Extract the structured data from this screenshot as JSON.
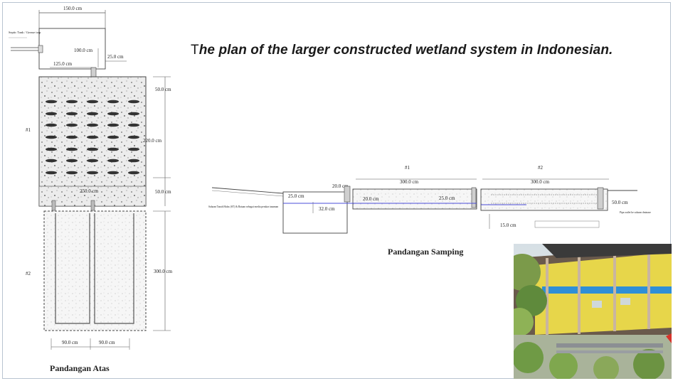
{
  "title": {
    "lead": "T",
    "rest": "he plan of the larger constructed wetland system in Indonesian."
  },
  "top_view": {
    "caption": "Pandangan Atas",
    "inlet_label": "Septic Tank / Grease trap",
    "dims": {
      "top_width": "150.0 cm",
      "inner_100": "100.0 cm",
      "d_125_left": "125.0 cm",
      "d_25": "25.0 cm",
      "d_50_top": "50.0 cm",
      "d_220": "220.0 cm",
      "d_50_bottom": "50.0 cm",
      "d_300": "300.0 cm",
      "d_250": "250.0 cm",
      "d_90_left": "90.0 cm",
      "d_90_right": "90.0 cm"
    },
    "cell1": "#1",
    "cell2": "#2"
  },
  "side_view": {
    "caption": "Pandangan Samping",
    "cell1": "#1",
    "cell2": "#2",
    "dims": {
      "d_300_1": "300.0 cm",
      "d_300_2": "300.0 cm",
      "d_20_top": "20.0 cm",
      "d_25_left": "25.0 cm",
      "d_32": "32.0 cm",
      "d_20_mid": "20.0 cm",
      "d_25_mid": "25.0 cm",
      "d_50": "50.0 cm",
      "d_15": "15.0 cm"
    },
    "note_left": "Saluran Tanah Halus (ST) & Batuan sebagai media perakar tanaman",
    "note_right": "Pipa outlet ke saluran drainase"
  },
  "colors": {
    "line": "#444444",
    "water": "#4a4cd8",
    "photo_wall": "#e7d64a",
    "photo_stripe": "#2f8fd6"
  }
}
